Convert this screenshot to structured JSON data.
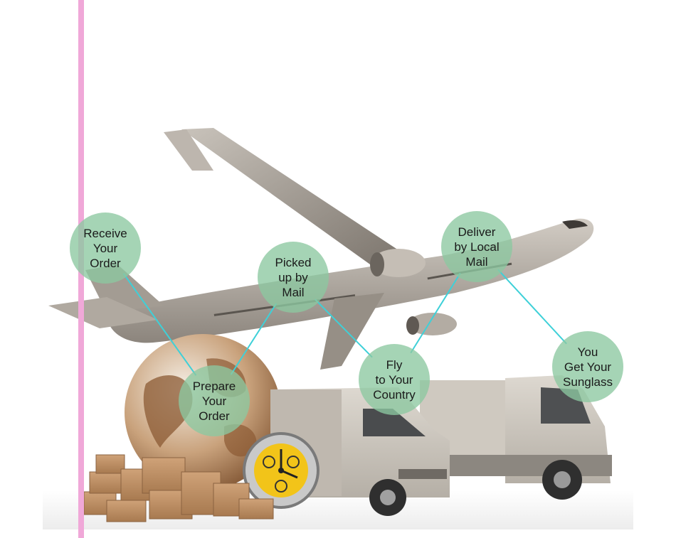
{
  "diagram": {
    "colors": {
      "node_fill": "#8cc8a0",
      "connector": "#3ed0d8",
      "accent_bar": "#f0a8d8"
    },
    "steps": [
      {
        "id": "receive",
        "label": "Receive\nYour\nOrder"
      },
      {
        "id": "prepare",
        "label": "Prepare\nYour\nOrder"
      },
      {
        "id": "picked",
        "label": "Picked\nup by\nMail"
      },
      {
        "id": "fly",
        "label": "Fly\nto Your\nCountry"
      },
      {
        "id": "deliver",
        "label": "Deliver\nby Local\nMail"
      },
      {
        "id": "get",
        "label": "You\nGet Your\nSunglass"
      }
    ],
    "flow": [
      [
        "receive",
        "prepare"
      ],
      [
        "prepare",
        "picked"
      ],
      [
        "picked",
        "fly"
      ],
      [
        "fly",
        "deliver"
      ],
      [
        "deliver",
        "get"
      ]
    ],
    "illustration": {
      "icons": [
        "airplane-icon",
        "globe-icon",
        "cardboard-boxes-icon",
        "stopwatch-icon",
        "delivery-van-icon",
        "truck-icon"
      ]
    }
  }
}
